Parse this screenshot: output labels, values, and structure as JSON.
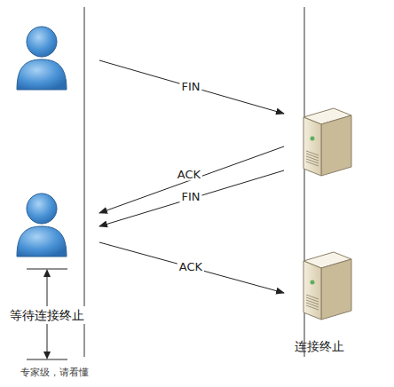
{
  "diagram": {
    "nodes": [
      {
        "text": []
      },
      {
        "text": []
      },
      {
        "text": []
      },
      {
        "text": [
          "连接终止"
        ]
      }
    ],
    "edges": [
      {
        "from": 0,
        "to": 1,
        "label": "FIN",
        "arrow": "to"
      },
      {
        "from": 1,
        "to": 2,
        "label": "ACK",
        "arrow": "to"
      },
      {
        "from": 1,
        "to": 2,
        "label": "FIN",
        "arrow": "to"
      },
      {
        "from": 2,
        "to": 3,
        "label": "ACK",
        "arrow": "to"
      }
    ],
    "labels": [
      "等待连接终止",
      "专家级，请看懂"
    ]
  }
}
